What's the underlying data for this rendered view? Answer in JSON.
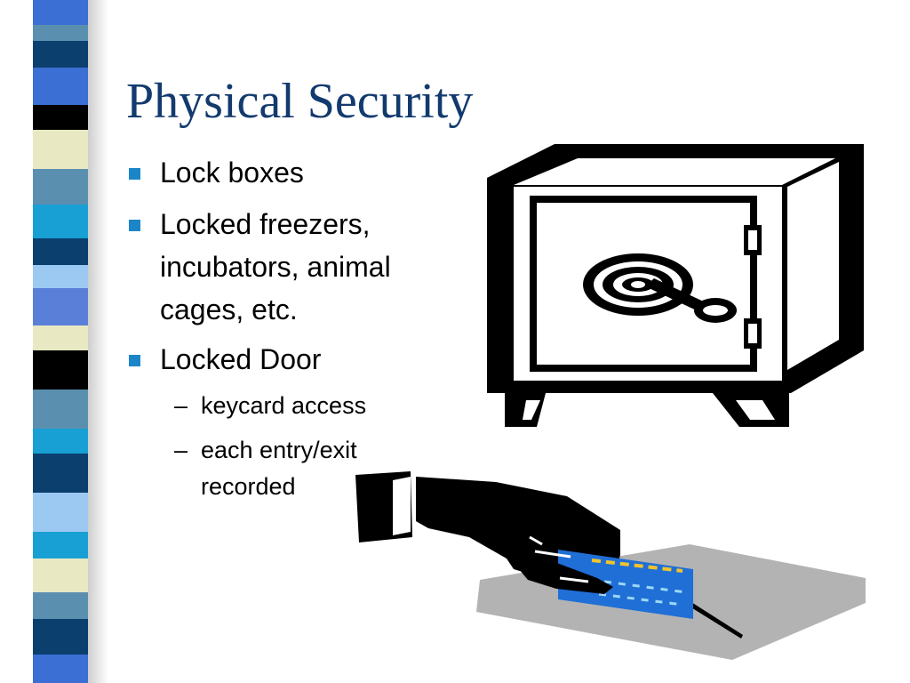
{
  "slide": {
    "title": "Physical Security",
    "bullets": [
      {
        "text": "Lock boxes"
      },
      {
        "text": "Locked freezers, incubators, animal cages, etc."
      },
      {
        "text": "Locked Door",
        "sub": [
          {
            "dash": "–",
            "text": "keycard access"
          },
          {
            "dash": "–",
            "text": "each entry/exit recorded"
          }
        ]
      }
    ]
  },
  "graphics": {
    "safe": "safe-illustration",
    "card": "hand-swiping-keycard-illustration"
  },
  "colors": {
    "title": "#123a6e",
    "bullet_marker": "#1b86c7",
    "keycard": "#1f6fd6",
    "card_reader": "#b3b3b3",
    "stripe_palette": [
      "#3b6fd4",
      "#0a3f6e",
      "#000000",
      "#e8e8c2",
      "#5b8fb0",
      "#18a0d4",
      "#9cc9f2",
      "#5a7fd8"
    ]
  }
}
